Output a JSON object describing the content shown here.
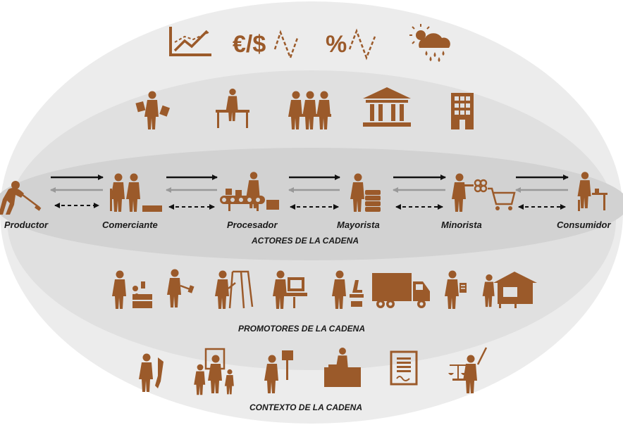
{
  "colors": {
    "icon": "#9b5a2a",
    "outer_ellipse": "#ececec",
    "middle_ellipse": "#dedede",
    "inner_band": "#d0d0d0",
    "arrow_dark": "#111111",
    "arrow_light": "#999999"
  },
  "layers": {
    "context_top_icons": [
      "line-chart-icon",
      "currency-fluctuation-icon",
      "percent-fluctuation-icon",
      "weather-icon"
    ],
    "institutions_icons": [
      "trader-with-papers-icon",
      "person-at-desk-icon",
      "group-of-people-icon",
      "bank-icon",
      "office-building-icon"
    ],
    "actors_label": "ACTORES DE LA CADENA",
    "promoters_label": "PROMOTORES DE LA CADENA",
    "promoters_icons": [
      "supplier-icon",
      "technician-icon",
      "trainer-icon",
      "computer-operator-icon",
      "researcher-microscope-icon",
      "truck-icon",
      "inspector-icon",
      "warehouse-icon"
    ],
    "context_label": "CONTEXTO DE LA CADENA",
    "context_icons": [
      "soldier-icon",
      "family-icon",
      "protester-icon",
      "official-desk-icon",
      "certificate-icon",
      "justice-icon"
    ]
  },
  "actors": [
    {
      "name": "Productor",
      "icon": "farmer-icon"
    },
    {
      "name": "Comerciante",
      "icon": "trader-icon"
    },
    {
      "name": "Procesador",
      "icon": "processor-icon"
    },
    {
      "name": "Mayorista",
      "icon": "wholesaler-icon"
    },
    {
      "name": "Minorista",
      "icon": "retailer-icon"
    },
    {
      "name": "Consumidor",
      "icon": "consumer-icon"
    }
  ]
}
